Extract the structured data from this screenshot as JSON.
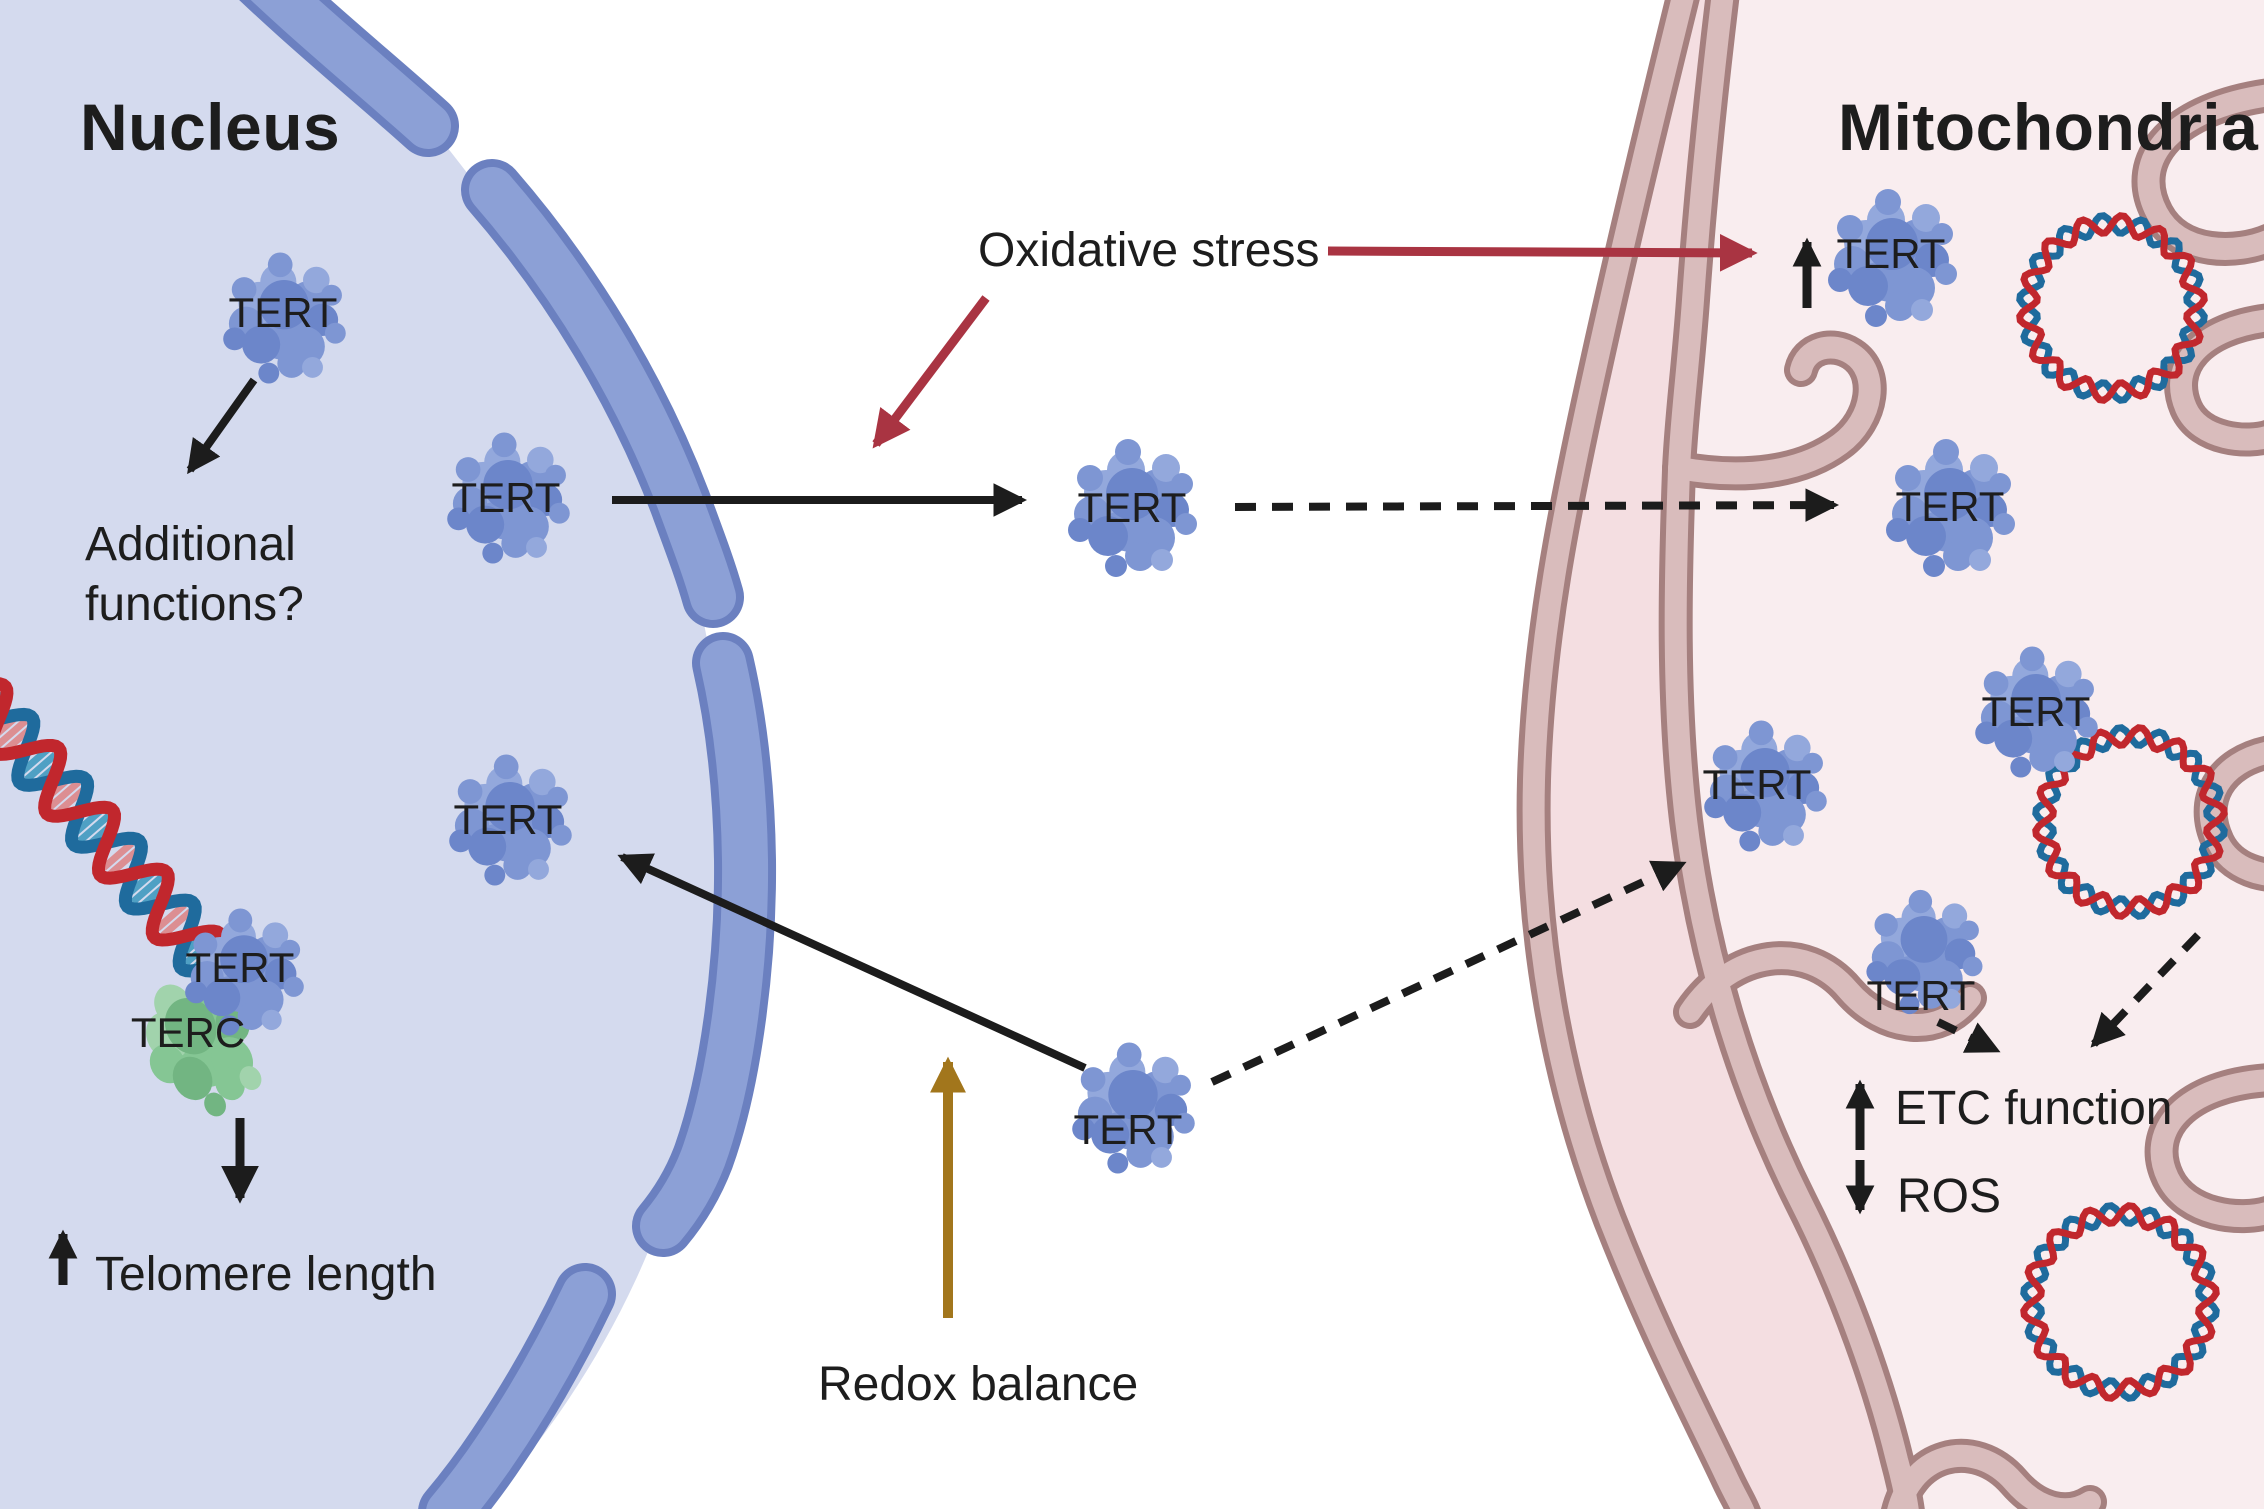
{
  "nucleus": {
    "title": "Nucleus",
    "labels": {
      "additional_line1": "Additional",
      "additional_line2": "functions?",
      "telomere_length": "Telomere length"
    },
    "molecules": {
      "tert_top": "TERT",
      "tert_mid": "TERT",
      "tert_lower": "TERT",
      "tert_complex": "TERT",
      "terc": "TERC"
    }
  },
  "cytoplasm": {
    "labels": {
      "oxidative_stress": "Oxidative stress",
      "redox_balance": "Redox balance"
    },
    "molecules": {
      "tert_exported": "TERT",
      "tert_returning": "TERT"
    }
  },
  "mitochondria": {
    "title": "Mitochondria",
    "labels": {
      "etc_function": "ETC function",
      "ros": "ROS"
    },
    "molecules": {
      "tert_upregulated": "TERT",
      "tert_imported": "TERT",
      "tert_matrix_left": "TERT",
      "tert_on_mtdna": "TERT",
      "tert_matrix_bottom": "TERT"
    }
  },
  "colors": {
    "text": "#1d1d1d",
    "nucleus_fill": "#d4daee",
    "envelope_fill": "#8ca0d6",
    "envelope_edge": "#6b80c0",
    "blob_base": "#7e96d3",
    "blob_light": "#93a8dc",
    "blob_dark": "#6c86ca",
    "terc_base": "#85c694",
    "terc_light": "#a1d3ac",
    "terc_dark": "#72b582",
    "helix_red": "#c1272d",
    "helix_blue": "#1f6b9d",
    "rung_red": "#dc8e92",
    "rung_teal": "#4fa0c4",
    "mito_intermembrane": "#f4dee1",
    "mito_matrix": "#f9edef",
    "membrane_band": "#d9bcbc",
    "membrane_edge": "#a5807f",
    "arrow_black": "#1c1c1c",
    "arrow_red": "#a93442",
    "arrow_gold": "#a2761c"
  }
}
